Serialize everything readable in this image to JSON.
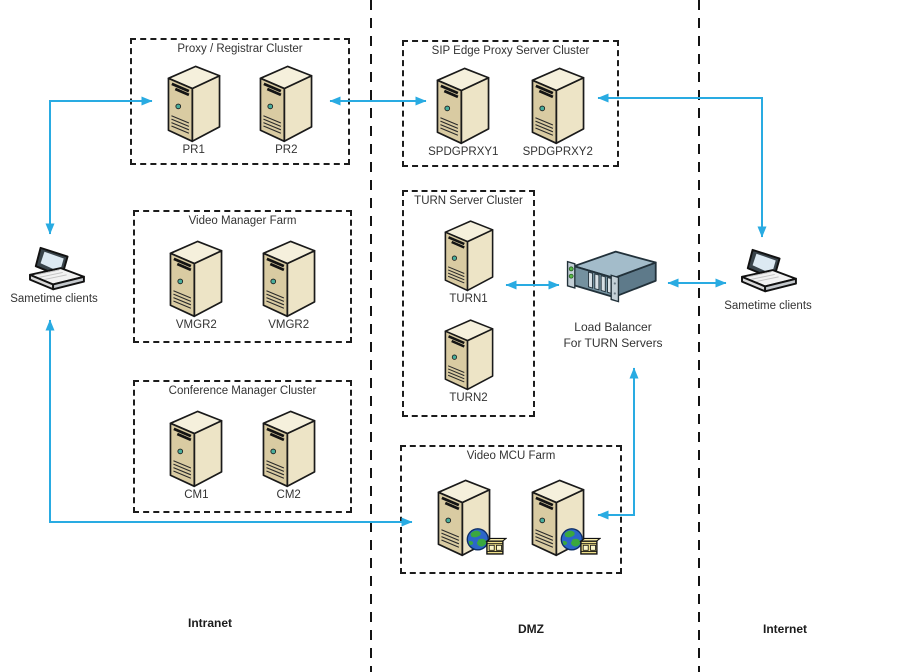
{
  "zones": {
    "intranet": {
      "label": "Intranet"
    },
    "dmz": {
      "label": "DMZ"
    },
    "internet": {
      "label": "Internet"
    }
  },
  "clusters": {
    "proxy_registrar": {
      "title": "Proxy / Registrar Cluster",
      "servers": [
        {
          "label": "PR1"
        },
        {
          "label": "PR2"
        }
      ]
    },
    "sip_edge": {
      "title": "SIP Edge Proxy Server Cluster",
      "servers": [
        {
          "label": "SPDGPRXY1"
        },
        {
          "label": "SPDGPRXY2"
        }
      ]
    },
    "video_manager": {
      "title": "Video Manager Farm",
      "servers": [
        {
          "label": "VMGR2"
        },
        {
          "label": "VMGR2"
        }
      ]
    },
    "conference_manager": {
      "title": "Conference Manager Cluster",
      "servers": [
        {
          "label": "CM1"
        },
        {
          "label": "CM2"
        }
      ]
    },
    "turn": {
      "title": "TURN Server Cluster",
      "servers": [
        {
          "label": "TURN1"
        },
        {
          "label": "TURN2"
        }
      ]
    },
    "video_mcu": {
      "title": "Video MCU Farm"
    }
  },
  "nodes": {
    "load_balancer": {
      "label_line1": "Load Balancer",
      "label_line2": "For TURN Servers"
    },
    "client_left": {
      "label": "Sametime clients"
    },
    "client_right": {
      "label": "Sametime clients"
    }
  },
  "icons": {
    "tower-server-icon": "beige 3D tower server with drive bays, power LED and vents",
    "laptop-icon": "3D notebook computer",
    "load-balancer-icon": "blue-gray 3D rack appliance with mounting ears and green LEDs",
    "globe-film-icon": "globe with yellow video filmstrip"
  },
  "colors": {
    "arrow": "#29ABE2",
    "boundary": "#141414",
    "server_front": "#D9CBA2",
    "server_side": "#EDE4C6",
    "server_top": "#F5F0DC",
    "lb_top": "#A3BCCA",
    "lb_front": "#74919F",
    "lb_side": "#5E7A8A",
    "led_green": "#59BC47",
    "globe_blue": "#2C66C9",
    "globe_green": "#3AA83F",
    "film_yellow": "#EFE08A",
    "text": "#333333"
  }
}
